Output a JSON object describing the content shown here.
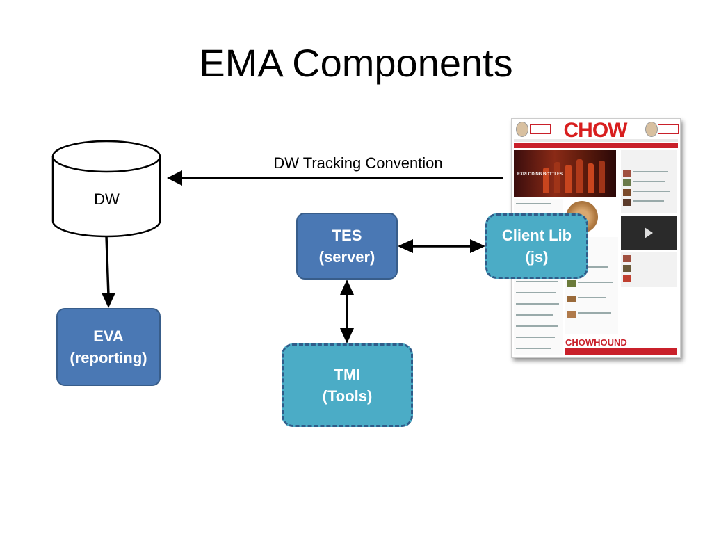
{
  "slide": {
    "title": "EMA Components"
  },
  "diagram": {
    "datastore": {
      "label": "DW"
    },
    "arrow_label": "DW Tracking Convention",
    "nodes": {
      "eva": {
        "line1": "EVA",
        "line2": "(reporting)"
      },
      "tes": {
        "line1": "TES",
        "line2": "(server)"
      },
      "client_lib": {
        "line1": "Client Lib",
        "line2": "(js)"
      },
      "tmi": {
        "line1": "TMI",
        "line2": "(Tools)"
      }
    },
    "screenshot": {
      "logo": "CHOW",
      "hero_caption": "EXPLODING BOTTLES",
      "footer_brand": "CHOWHOUND"
    },
    "colors": {
      "solid_box": "#4a78b4",
      "dashed_box": "#4bacc6",
      "arrow": "#000000"
    }
  }
}
